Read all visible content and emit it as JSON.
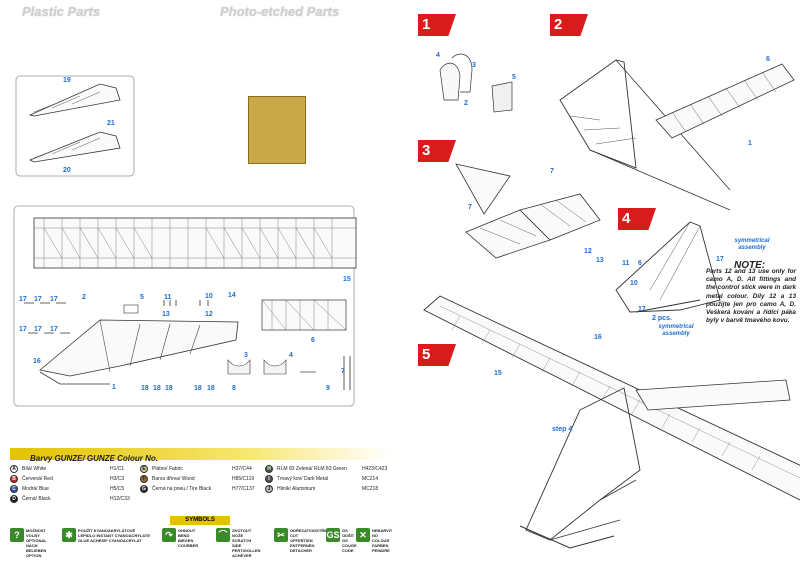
{
  "left_page": {
    "plastic_heading": "Plastic Parts",
    "pe_heading": "Photo-etched Parts",
    "part_labels": {
      "p19": "19",
      "p20": "20",
      "p21": "21",
      "p15": "15",
      "p17a": "17",
      "p17b": "17",
      "p17c": "17",
      "p2": "2",
      "p5": "5",
      "p11": "11",
      "p10": "10",
      "p14": "14",
      "p13": "13",
      "p12": "12",
      "p6": "6",
      "p17d": "17",
      "p17e": "17",
      "p17f": "17",
      "p16": "16",
      "p1": "1",
      "p18a": "18",
      "p18b": "18",
      "p18c": "18",
      "p18d": "18",
      "p18e": "18",
      "p8": "8",
      "p3": "3",
      "p4": "4",
      "p7": "7",
      "p9": "9"
    },
    "color_table": {
      "heading": "Barvy GUNZE/ GUNZE Colour No.",
      "rows": [
        {
          "key": "A",
          "name": "Bílá/ White",
          "code": "H1/C1",
          "color": "#ffffff"
        },
        {
          "key": "B",
          "name": "Červená/ Red",
          "code": "H3/C3",
          "color": "#c62020"
        },
        {
          "key": "C",
          "name": "Modrá/ Blue",
          "code": "H5/C5",
          "color": "#2d4fb0"
        },
        {
          "key": "D",
          "name": "Černá/ Black",
          "code": "H12/C33",
          "color": "#111111"
        },
        {
          "key": "E",
          "name": "Plátno/ Fabric",
          "code": "H37/C44",
          "color": "#d9c79a"
        },
        {
          "key": "F",
          "name": "Barva dřeva/ Wood",
          "code": "H85/C119",
          "color": "#a06a2f"
        },
        {
          "key": "G",
          "name": "Černá na pneu./ Tire Black",
          "code": "H77/C137",
          "color": "#2a2a2a"
        },
        {
          "key": "H",
          "name": "RLM 83 Zelená/ RLM 83 Green",
          "code": "H423/C423",
          "color": "#3f5a33"
        },
        {
          "key": "I",
          "name": "Tmavý kov/ Dark Metal",
          "code": "MC214",
          "color": "#505358"
        },
        {
          "key": "J",
          "name": "Hliník/ Aluminium",
          "code": "MC218",
          "color": "#b9bcc0"
        }
      ]
    },
    "symbols": {
      "heading": "SYMBOLS",
      "items": [
        {
          "icon": "?",
          "text": "MOŽNOST VOLBY OPTIONAL NACH BELIEBEN OPTION"
        },
        {
          "icon": "✱",
          "text": "POUŽÍT KYANOAKRYLÁTOVÉ LEPIDLO INSTANT CYANOACRYLATE GLUE ACHESIF CYANOACRYLAT"
        },
        {
          "icon": "↷",
          "text": "OHNOUT BEND BIEGEN COURBER"
        },
        {
          "icon": "⌒",
          "text": "ZKOTOUT NOŽE SCRATCH SIDE PERTIGOLLEN ACHEVER"
        },
        {
          "icon": "✂",
          "text": "ODŘEZAT/ODSTŘIHNOUT CUT OFFERTIEN ENTFERNEN DETACHER"
        },
        {
          "icon": "GS",
          "text": "GS ODŠÍT GS COUGE CODE"
        },
        {
          "icon": "✕",
          "text": "NEBARVIT NO COLOUR FARBEN PEINDRE"
        }
      ]
    }
  },
  "right_page": {
    "steps": [
      "1",
      "2",
      "3",
      "4",
      "5"
    ],
    "step_part_labels": {
      "s1_4": "4",
      "s1_3": "3",
      "s1_2": "2",
      "s1_5": "5",
      "s2_6": "6",
      "s2_1": "1",
      "s3_7a": "7",
      "s3_7b": "7",
      "s4_12": "12",
      "s4_13": "13",
      "s4_11": "11",
      "s4_6": "6",
      "s4_10": "10",
      "s4_17a": "17",
      "s4_17b": "17",
      "s4_2pcs": "2 pcs.",
      "s5_16": "16",
      "s5_15": "15",
      "s5_step4": "step 4"
    },
    "symmetrical_label_a": "symmetrical assembly",
    "symmetrical_label_b": "symmetrical assembly",
    "note_title": "NOTE:",
    "note_text": "Parts 12 and 13 use only for camo A, D. All fittings and the control stick were in dark metal colour. Díly 12 a 13 použijte jen pro camo A, D. Veškerá kování a řídící páka byly v barvě tmavého kovu."
  }
}
